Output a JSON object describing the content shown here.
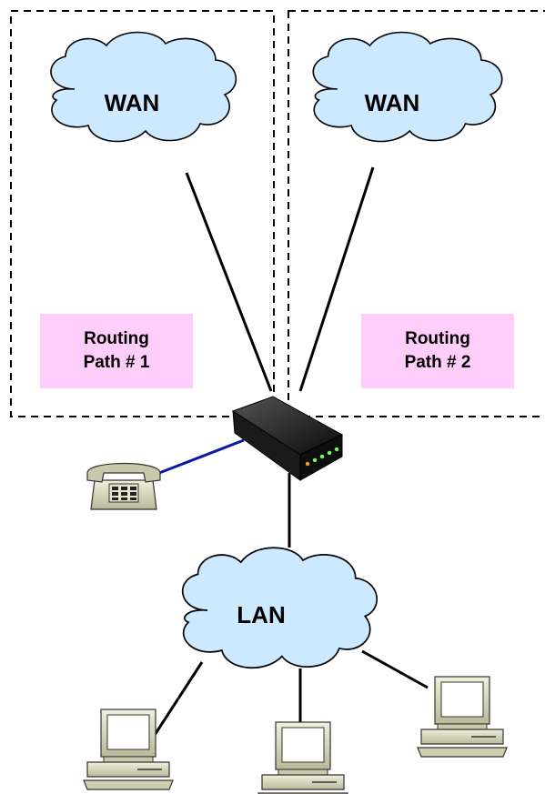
{
  "zones": [
    {
      "name": "routing-path-1",
      "label_line1": "Routing",
      "label_line2": "Path # 1",
      "cloud_label": "WAN"
    },
    {
      "name": "routing-path-2",
      "label_line1": "Routing",
      "label_line2": "Path # 2",
      "cloud_label": "WAN"
    }
  ],
  "lan": {
    "label": "LAN"
  },
  "colors": {
    "cloud_fill": "#cce9ff",
    "cloud_stroke": "#000000",
    "route_box": "#ffcdfa",
    "phone_link": "#0a1aa0",
    "device_beige": "#d8d8b8"
  },
  "icons": [
    "cloud-icon",
    "router-icon",
    "telephone-icon",
    "computer-icon"
  ]
}
